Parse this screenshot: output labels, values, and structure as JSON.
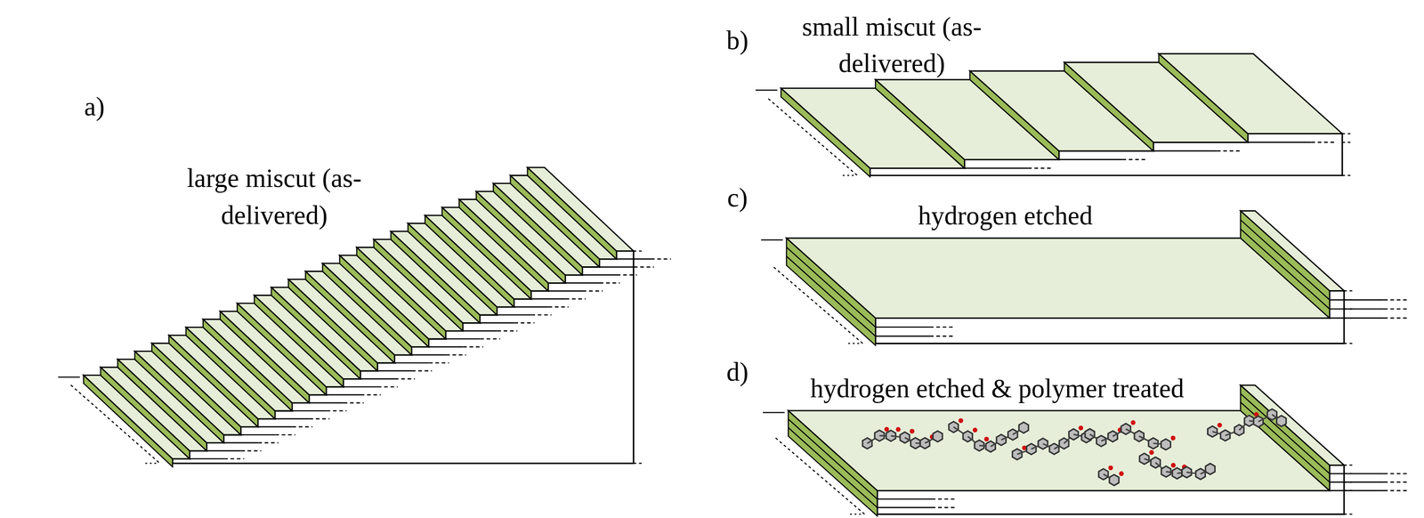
{
  "diagram": {
    "labels": [
      "a)",
      "large miscut (as-delivered)",
      "b)",
      "small miscut (as-delivered)",
      "c)",
      "hydrogen etched",
      "d)",
      "hydrogen etched & polymer treated"
    ]
  }
}
